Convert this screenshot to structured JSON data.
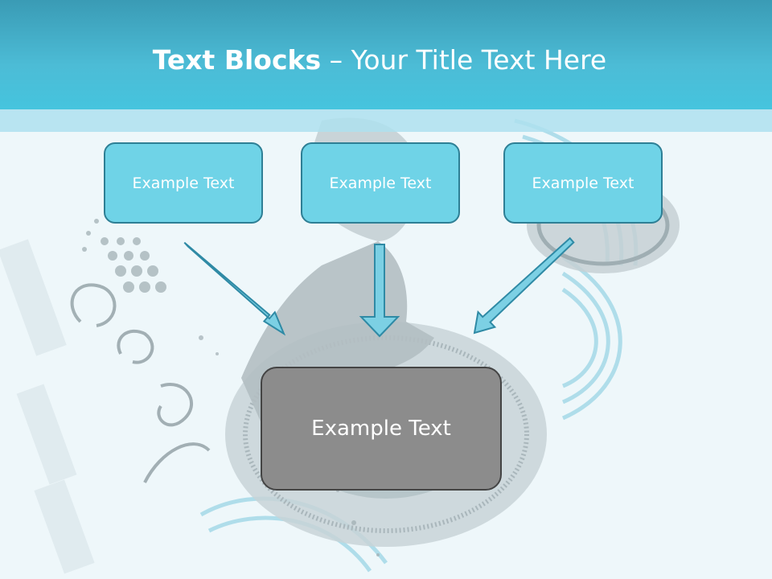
{
  "slide": {
    "title_bold": "Text Blocks",
    "title_rest": " – Your Title Text Here"
  },
  "blocks": {
    "top": [
      {
        "label": "Example Text"
      },
      {
        "label": "Example Text"
      },
      {
        "label": "Example Text"
      }
    ],
    "bottom": {
      "label": "Example Text"
    }
  },
  "colors": {
    "header": "#4cbcd6",
    "top_box_fill": "#6fd3e7",
    "top_box_border": "#2e7f95",
    "bottom_box_fill": "#8c8c8c",
    "arrow_fill": "#7cd0e4",
    "arrow_stroke": "#2f8aa5"
  },
  "icons": {
    "background_art": "dj-turntable-hand-illustration",
    "arrows": "down-arrow-icon"
  }
}
